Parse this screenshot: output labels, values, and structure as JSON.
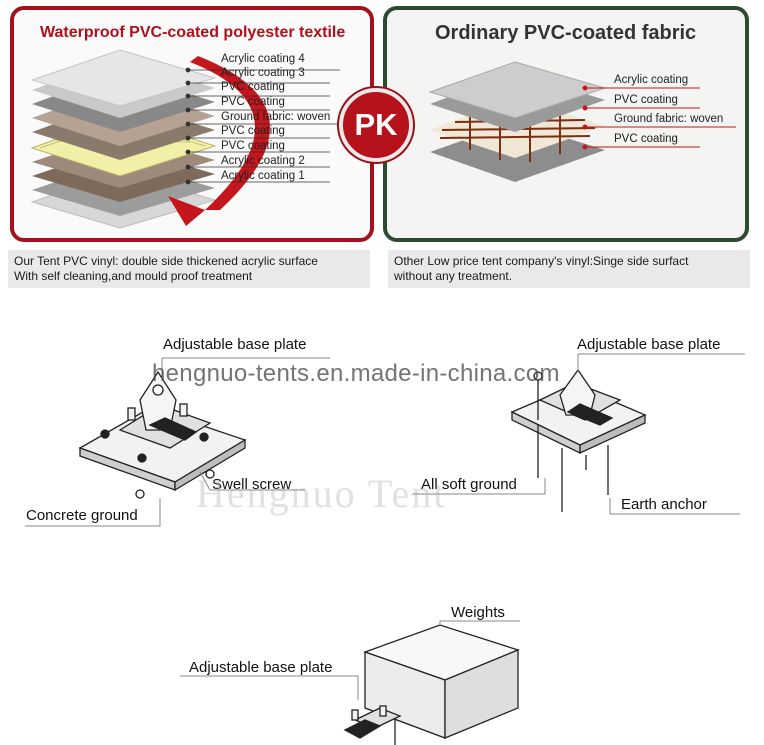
{
  "left_panel": {
    "title": "Waterproof PVC-coated polyester textile",
    "layers": [
      "Acrylic coating 4",
      "Acrylic coating 3",
      "PVC coating",
      "PVC coating",
      "Ground fabric: woven",
      "PVC coating",
      "PVC coating",
      "Acrylic coating 2",
      "Acrylic coating 1"
    ],
    "caption_line1": "Our Tent PVC vinyl: double side thickened acrylic surface",
    "caption_line2": "With self cleaning,and mould proof treatment"
  },
  "badge": "PK",
  "right_panel": {
    "title": "Ordinary PVC-coated fabric",
    "layers": [
      "Acrylic coating",
      "PVC coating",
      "Ground fabric: woven",
      "PVC coating"
    ],
    "caption_line1": "Other Low price tent company's vinyl:Singe side surfact",
    "caption_line2": "without any treatment."
  },
  "diagram_concrete": {
    "top_label": "Adjustable base plate",
    "screw_label": "Swell screw",
    "ground_label": "Concrete ground"
  },
  "diagram_soft": {
    "top_label": "Adjustable base plate",
    "ground_label": "All soft ground",
    "anchor_label": "Earth anchor"
  },
  "diagram_weights": {
    "weights_label": "Weights",
    "plate_label": "Adjustable base plate"
  },
  "watermarks": {
    "url": "hengnuo-tents.en.made-in-china.com",
    "brand": "Hengnuo Tent"
  },
  "colors": {
    "left_border": "#a6101c",
    "right_border": "#2f4a33",
    "badge": "#b5121b"
  }
}
